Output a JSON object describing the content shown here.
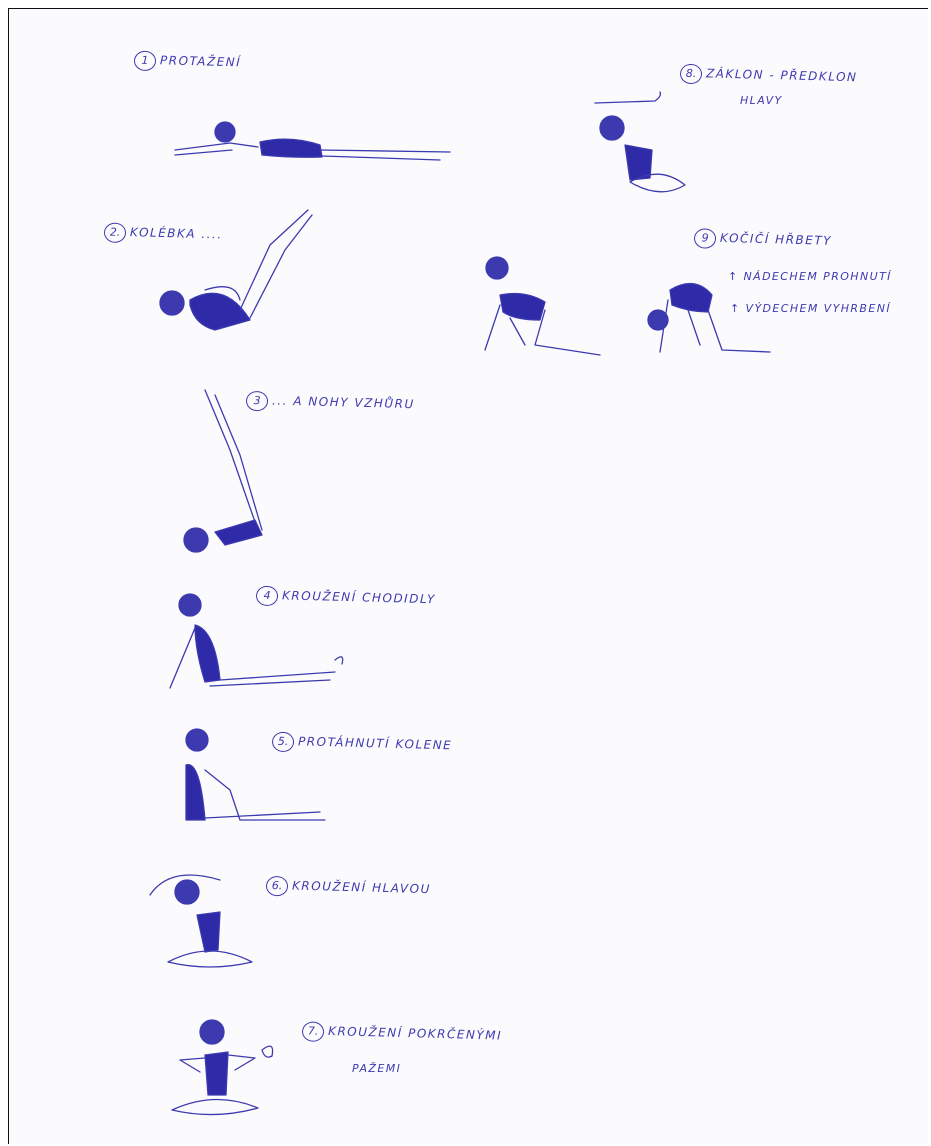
{
  "exercises": [
    {
      "num": "1",
      "label": "PROTAŽENÍ"
    },
    {
      "num": "2.",
      "label": "KOLÉBKA ...."
    },
    {
      "num": "3",
      "label": "... A NOHY VZHŮRU"
    },
    {
      "num": "4",
      "label": "KROUŽENÍ CHODIDLY"
    },
    {
      "num": "5.",
      "label": "PROTÁHNUTÍ KOLENE"
    },
    {
      "num": "6.",
      "label": "KROUŽENÍ HLAVOU"
    },
    {
      "num": "7.",
      "label": "KROUŽENÍ POKRČENÝMI",
      "label2": "PAŽEMI"
    },
    {
      "num": "8.",
      "label": "ZÁKLON - PŘEDKLON",
      "label2": "HLAVY"
    },
    {
      "num": "9",
      "label": "KOČIČÍ HŘBETY",
      "note1": "↑ NÁDECHEM PROHNUTÍ",
      "note2": "↑ VÝDECHEM VYHRBENÍ"
    }
  ],
  "colors": {
    "ink": "#3d3ab0",
    "fill": "#2f2aa8",
    "paper": "#fbfbfd"
  }
}
